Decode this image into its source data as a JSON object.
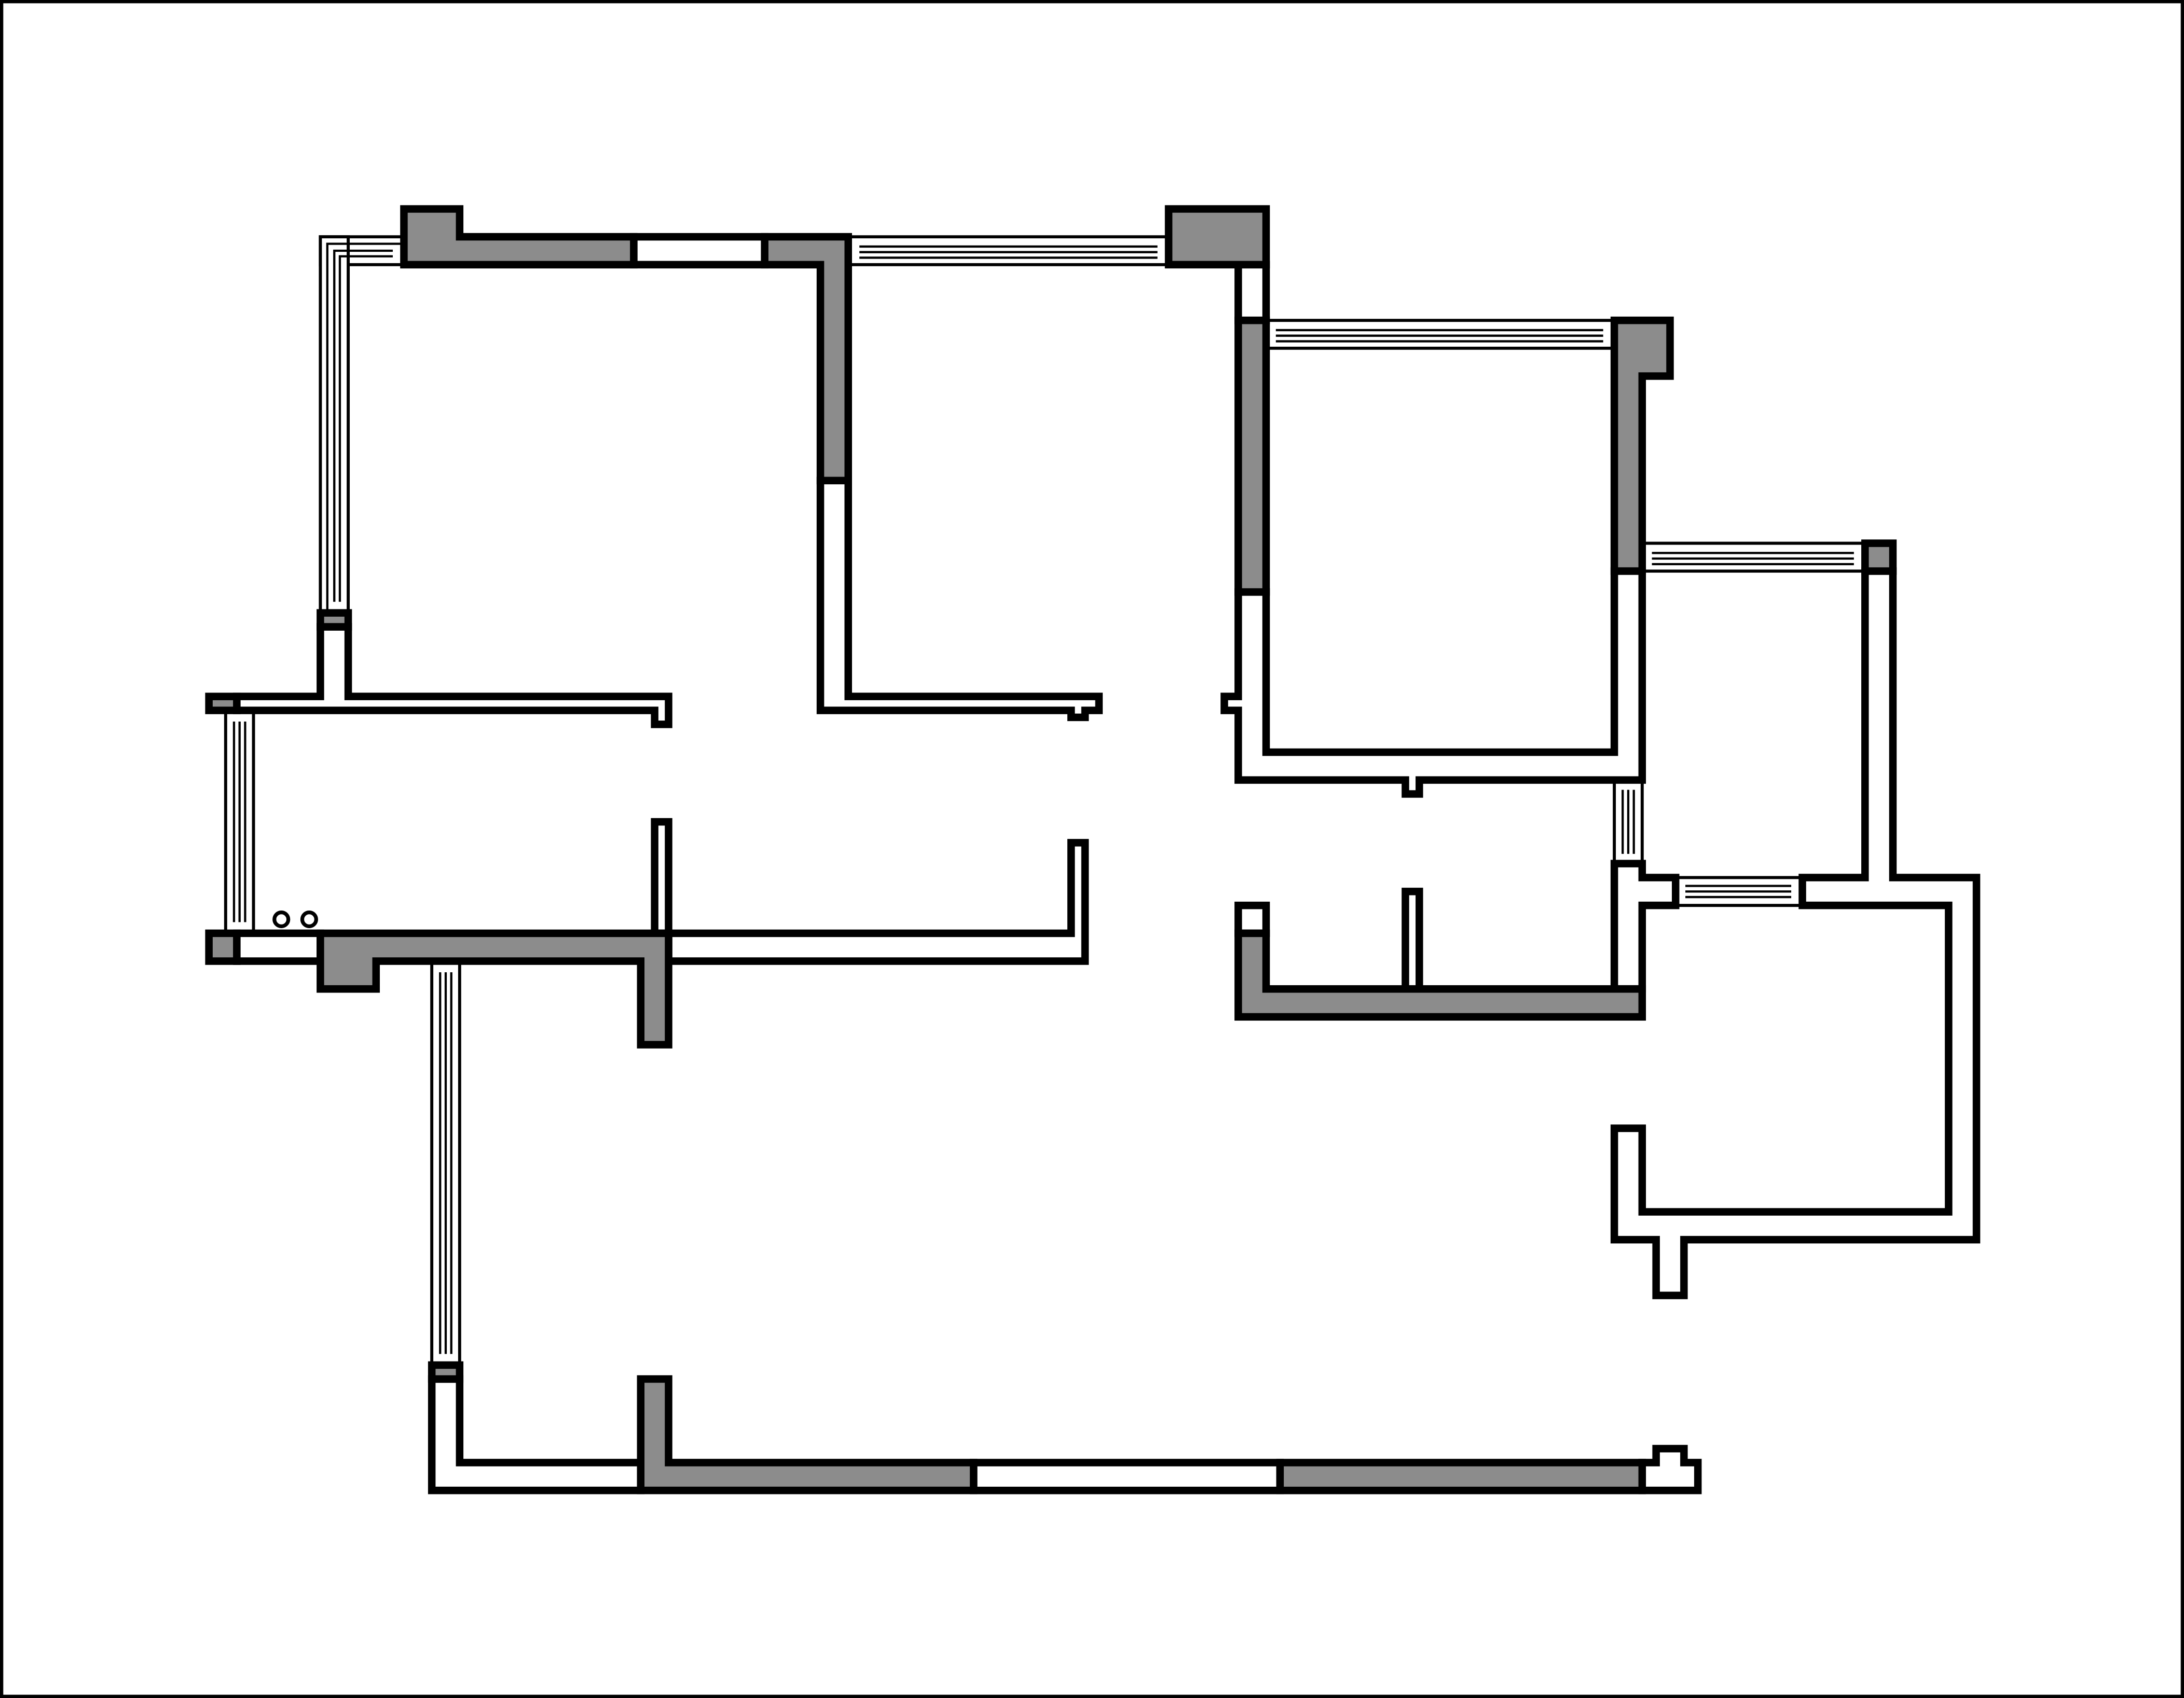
{
  "drawing": {
    "colors": {
      "background": "#ffffff",
      "line": "#000000",
      "wall_fill": "#ffffff",
      "structural_column_fill": "#8c8c8c"
    },
    "elements": [
      "outer-frame",
      "structural-columns",
      "partition-walls",
      "window-openings",
      "door-openings",
      "pipe-fixtures"
    ]
  }
}
